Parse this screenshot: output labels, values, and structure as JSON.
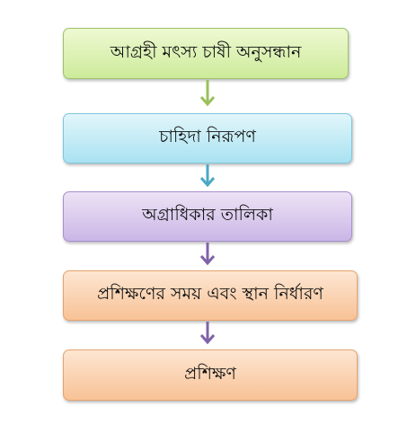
{
  "diagram": {
    "steps": [
      {
        "label": "আগ্রহী মৎস্য চাষী অনুসন্ধান"
      },
      {
        "label": "চাহিদা নিরূপণ"
      },
      {
        "label": "অগ্রাধিকার তালিকা"
      },
      {
        "label": "প্রশিক্ষণের সময় এবং স্থান নির্ধারণ"
      },
      {
        "label": "প্রশিক্ষণ"
      }
    ],
    "colors": {
      "arrow_1": "#9bbf5c",
      "arrow_2": "#4aa8c4",
      "arrow_3": "#7f62a8",
      "arrow_4": "#7f62a8"
    }
  }
}
